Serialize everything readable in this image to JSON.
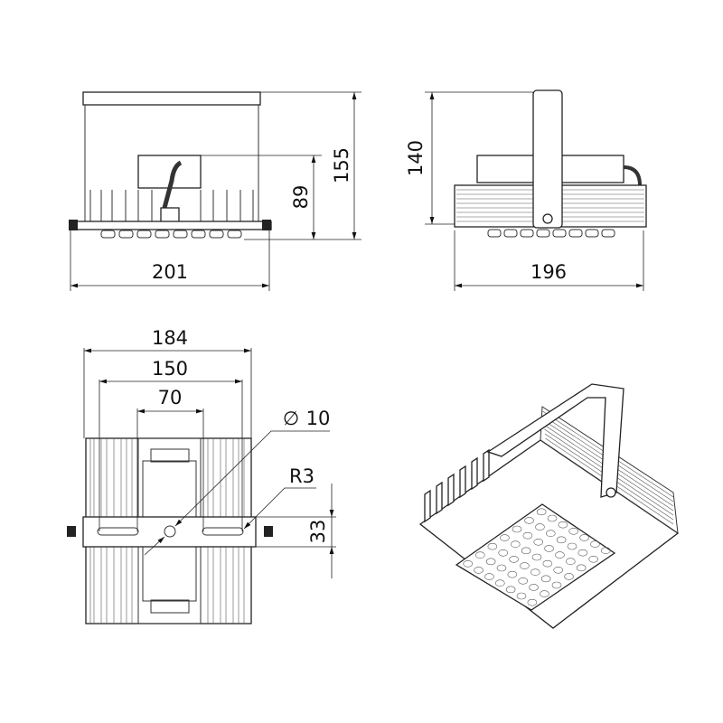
{
  "drawing": {
    "front_view": {
      "width_label": "201",
      "height_label": "155",
      "mount_height_label": "89"
    },
    "side_view": {
      "width_label": "196",
      "height_label": "140"
    },
    "top_view": {
      "overall_width_label": "184",
      "slot_span_label": "150",
      "inner_span_label": "70",
      "hole_diameter_label": "10",
      "diameter_symbol": "∅",
      "slot_radius_label": "R3",
      "bracket_width_label": "33"
    }
  }
}
